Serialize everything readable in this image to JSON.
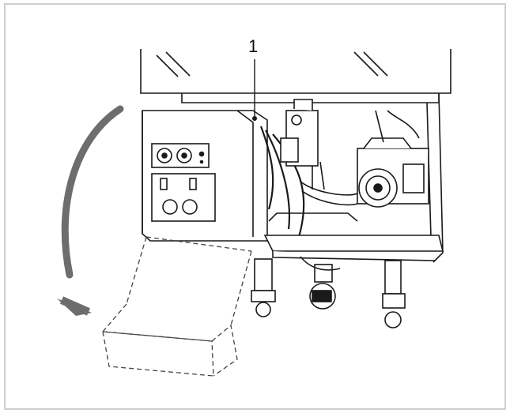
{
  "figure": {
    "callout_label": "1"
  },
  "colors": {
    "line": "#1a1a1a",
    "arrow": "#6d6d6d",
    "frame": "#cfcfcf"
  },
  "icons": [
    "rotation-arrow-icon",
    "control-box",
    "pump",
    "pipe-fittings",
    "dashed-outline-lowered-box"
  ]
}
